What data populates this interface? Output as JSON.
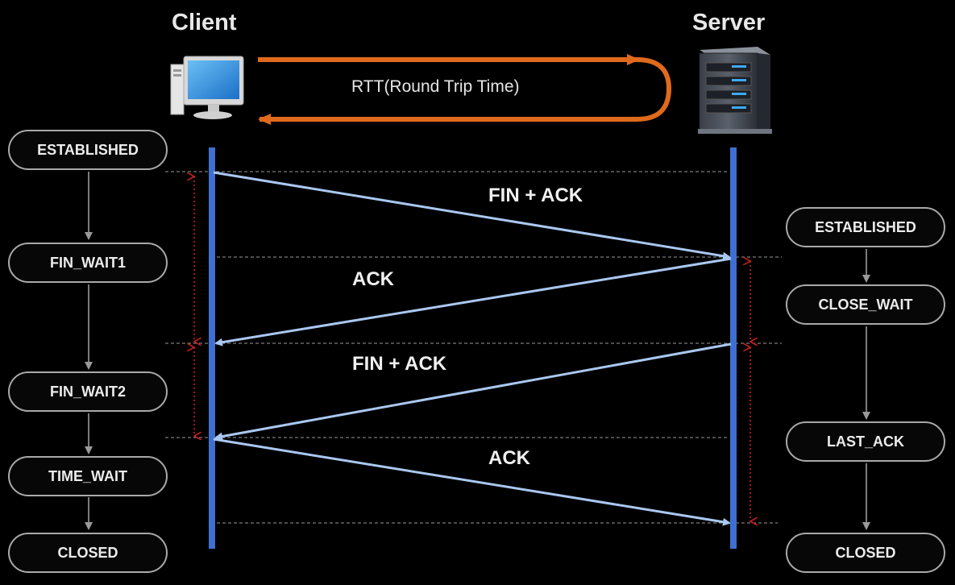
{
  "client": {
    "title": "Client"
  },
  "server": {
    "title": "Server"
  },
  "rtt": {
    "label": "RTT(Round Trip Time)"
  },
  "client_states": [
    "ESTABLISHED",
    "FIN_WAIT1",
    "FIN_WAIT2",
    "TIME_WAIT",
    "CLOSED"
  ],
  "server_states": [
    "ESTABLISHED",
    "CLOSE_WAIT",
    "LAST_ACK",
    "CLOSED"
  ],
  "messages": [
    {
      "label": "FIN + ACK",
      "direction": "client-to-server"
    },
    {
      "label": "ACK",
      "direction": "server-to-client"
    },
    {
      "label": "FIN + ACK",
      "direction": "server-to-client"
    },
    {
      "label": "ACK",
      "direction": "client-to-server"
    }
  ],
  "colors": {
    "timeline": "#3f6fd0",
    "message": "#a9c8f0",
    "rtt_arrow": "#e06a1c",
    "interval": "#c81e1e",
    "state_border": "#a9a9a9"
  },
  "icons": [
    "computer-icon",
    "server-icon"
  ]
}
